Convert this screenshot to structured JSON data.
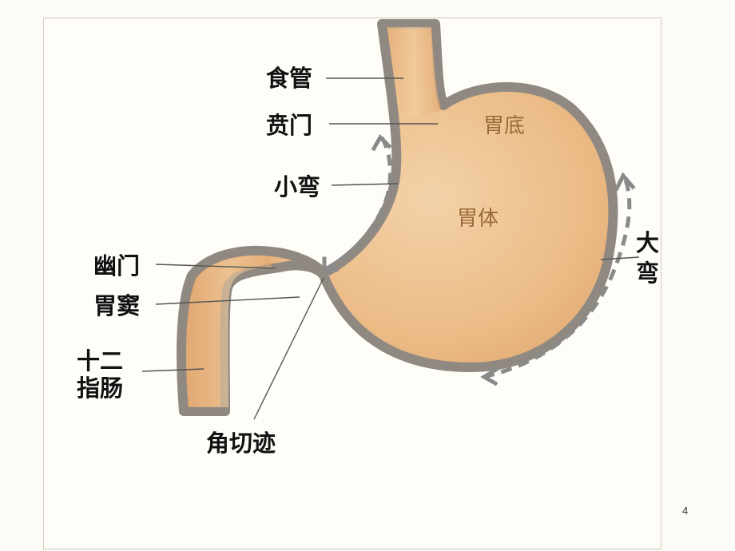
{
  "labels": {
    "esophagus": "食管",
    "cardia": "贲门",
    "lesser_curvature": "小弯",
    "pylorus": "幽门",
    "antrum": "胃窦",
    "duodenum_line1": "十二",
    "duodenum_line2": "指肠",
    "angular_incisure": "角切迹",
    "greater_curvature_line1": "大",
    "greater_curvature_line2": "弯",
    "fundus": "胃底",
    "body": "胃体"
  },
  "page_number": "4",
  "colors": {
    "stomach_fill": "#e9b884",
    "stomach_outline": "#8f8982",
    "arrow": "#8a8a8a"
  }
}
